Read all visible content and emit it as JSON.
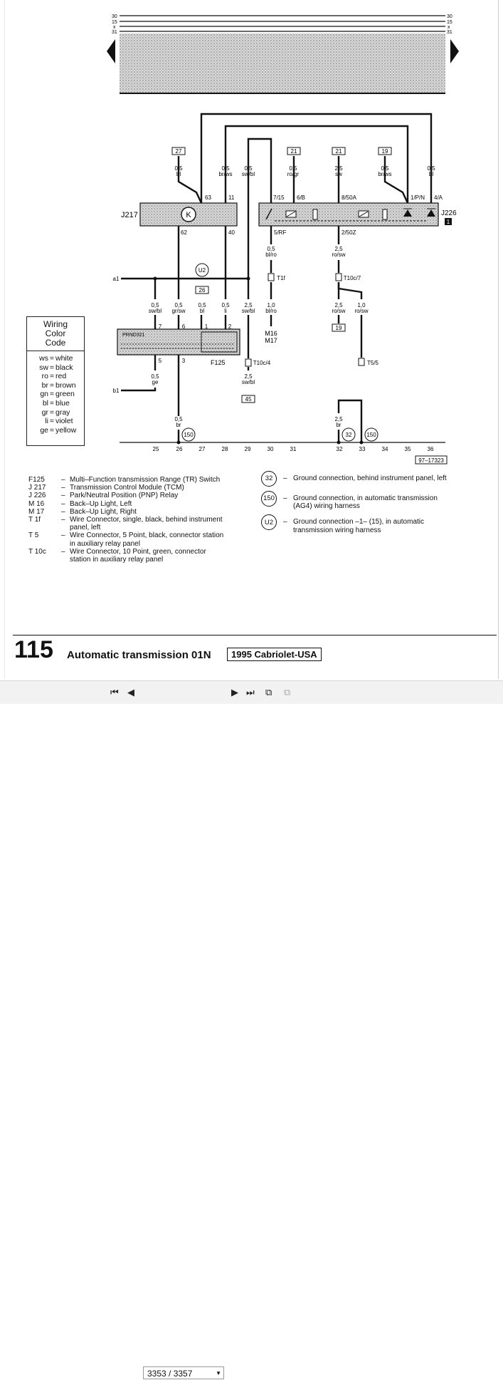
{
  "header": {
    "bus_left": [
      "30",
      "15",
      "x",
      "31"
    ],
    "bus_right": [
      "30",
      "15",
      "x",
      "31"
    ]
  },
  "components": {
    "j217": "J217",
    "j226": "J226",
    "j226_badge": "1",
    "f125": "F125",
    "prnd_label": "PRND321",
    "k_symbol": "K"
  },
  "wire_labels": {
    "w27": {
      "size": "0,5",
      "color": "bl",
      "box": "27",
      "pin": "63"
    },
    "w11": {
      "size": "0,5",
      "color": "br/ws",
      "pin": "11"
    },
    "w715": {
      "size": "0,5",
      "color": "sw/bl",
      "pin": "7/15"
    },
    "w21a": {
      "size": "0,5",
      "color": "ro/gr",
      "box": "21",
      "pin": "6/B"
    },
    "w21b": {
      "size": "2,5",
      "color": "sw",
      "box": "21",
      "pin": "8/50A"
    },
    "w19a": {
      "size": "0,5",
      "color": "br/ws",
      "box": "19",
      "pin": "1/P/N"
    },
    "w4a": {
      "size": "0,5",
      "color": "bl",
      "pin": "4/A"
    },
    "w62": "62",
    "w40": "40",
    "w5rf": "5/RF",
    "w250z": "2/50Z",
    "t1f": {
      "size": "0,5",
      "color": "bl/ro",
      "conn": "T1f"
    },
    "t10c7": {
      "size": "2,5",
      "color": "ro/sw",
      "conn": "T10c/7"
    },
    "a1": "a1",
    "u2": "U2",
    "f7": {
      "size": "0,5",
      "color": "sw/bl",
      "pin": "7"
    },
    "f6": {
      "size": "0,5",
      "color": "gr/sw",
      "pin": "6"
    },
    "f1": {
      "size": "0,5",
      "color": "bl",
      "box": "26",
      "pin": "1"
    },
    "f2": {
      "size": "0,5",
      "color": "li",
      "pin": "2"
    },
    "s25": {
      "size": "2,5",
      "color": "sw/bl"
    },
    "m16": {
      "size": "1,0",
      "color": "bl/ro",
      "lamp1": "M16",
      "lamp2": "M17"
    },
    "w19b": {
      "size": "2,5",
      "color": "ro/sw",
      "box": "19"
    },
    "w10b": {
      "size": "1,0",
      "color": "ro/sw",
      "conn": "T5/5"
    },
    "f5": {
      "size": "0,5",
      "color": "ge",
      "pin": "5"
    },
    "f3": "3",
    "t10c4": {
      "conn": "T10c/4",
      "size": "2,5",
      "color": "sw/bl",
      "box": "45"
    },
    "b1": "b1",
    "g150a": {
      "size": "0,5",
      "color": "br",
      "circle": "150"
    },
    "g32": {
      "size": "2,5",
      "color": "br",
      "circle": "32",
      "circle2": "150"
    }
  },
  "scale": [
    "25",
    "26",
    "27",
    "28",
    "29",
    "30",
    "31",
    "32",
    "33",
    "34",
    "35",
    "36"
  ],
  "ref_code": "97–17323",
  "legend": {
    "title_line1": "Wiring",
    "title_line2": "Color",
    "title_line3": "Code",
    "rows": [
      {
        "ab": "ws",
        "name": "white"
      },
      {
        "ab": "sw",
        "name": "black"
      },
      {
        "ab": "ro",
        "name": "red"
      },
      {
        "ab": "br",
        "name": "brown"
      },
      {
        "ab": "gn",
        "name": "green"
      },
      {
        "ab": "bl",
        "name": "blue"
      },
      {
        "ab": "gr",
        "name": "gray"
      },
      {
        "ab": "li",
        "name": "violet"
      },
      {
        "ab": "ge",
        "name": "yellow"
      }
    ]
  },
  "component_list": [
    {
      "code": "F125",
      "desc": "Multi–Function transmission Range (TR) Switch"
    },
    {
      "code": "J 217",
      "desc": "Transmission Control Module (TCM)"
    },
    {
      "code": "J 226",
      "desc": "Park/Neutral Position (PNP) Relay"
    },
    {
      "code": "M 16",
      "desc": "Back–Up Light, Left"
    },
    {
      "code": "M 17",
      "desc": "Back–Up Light, Right"
    },
    {
      "code": "T 1f",
      "desc": "Wire Connector, single, black, behind instrument panel, left"
    },
    {
      "code": "T 5",
      "desc": "Wire Connector, 5 Point, black, connector station in auxiliary relay panel"
    },
    {
      "code": "T 10c",
      "desc": "Wire Connector, 10 Point, green, connector station in auxiliary relay panel"
    }
  ],
  "ground_list": [
    {
      "id": "32",
      "desc": "Ground connection, behind instrument panel, left"
    },
    {
      "id": "150",
      "desc": "Ground connection, in automatic transmission (AG4) wiring harness"
    },
    {
      "id": "U2",
      "desc": "Ground connection –1– (15), in automatic transmission wiring harness"
    }
  ],
  "footer": {
    "page_number": "115",
    "title": "Automatic transmission 01N",
    "model": "1995 Cabriolet-USA"
  },
  "viewer": {
    "page_indicator": "3353 / 3357"
  }
}
